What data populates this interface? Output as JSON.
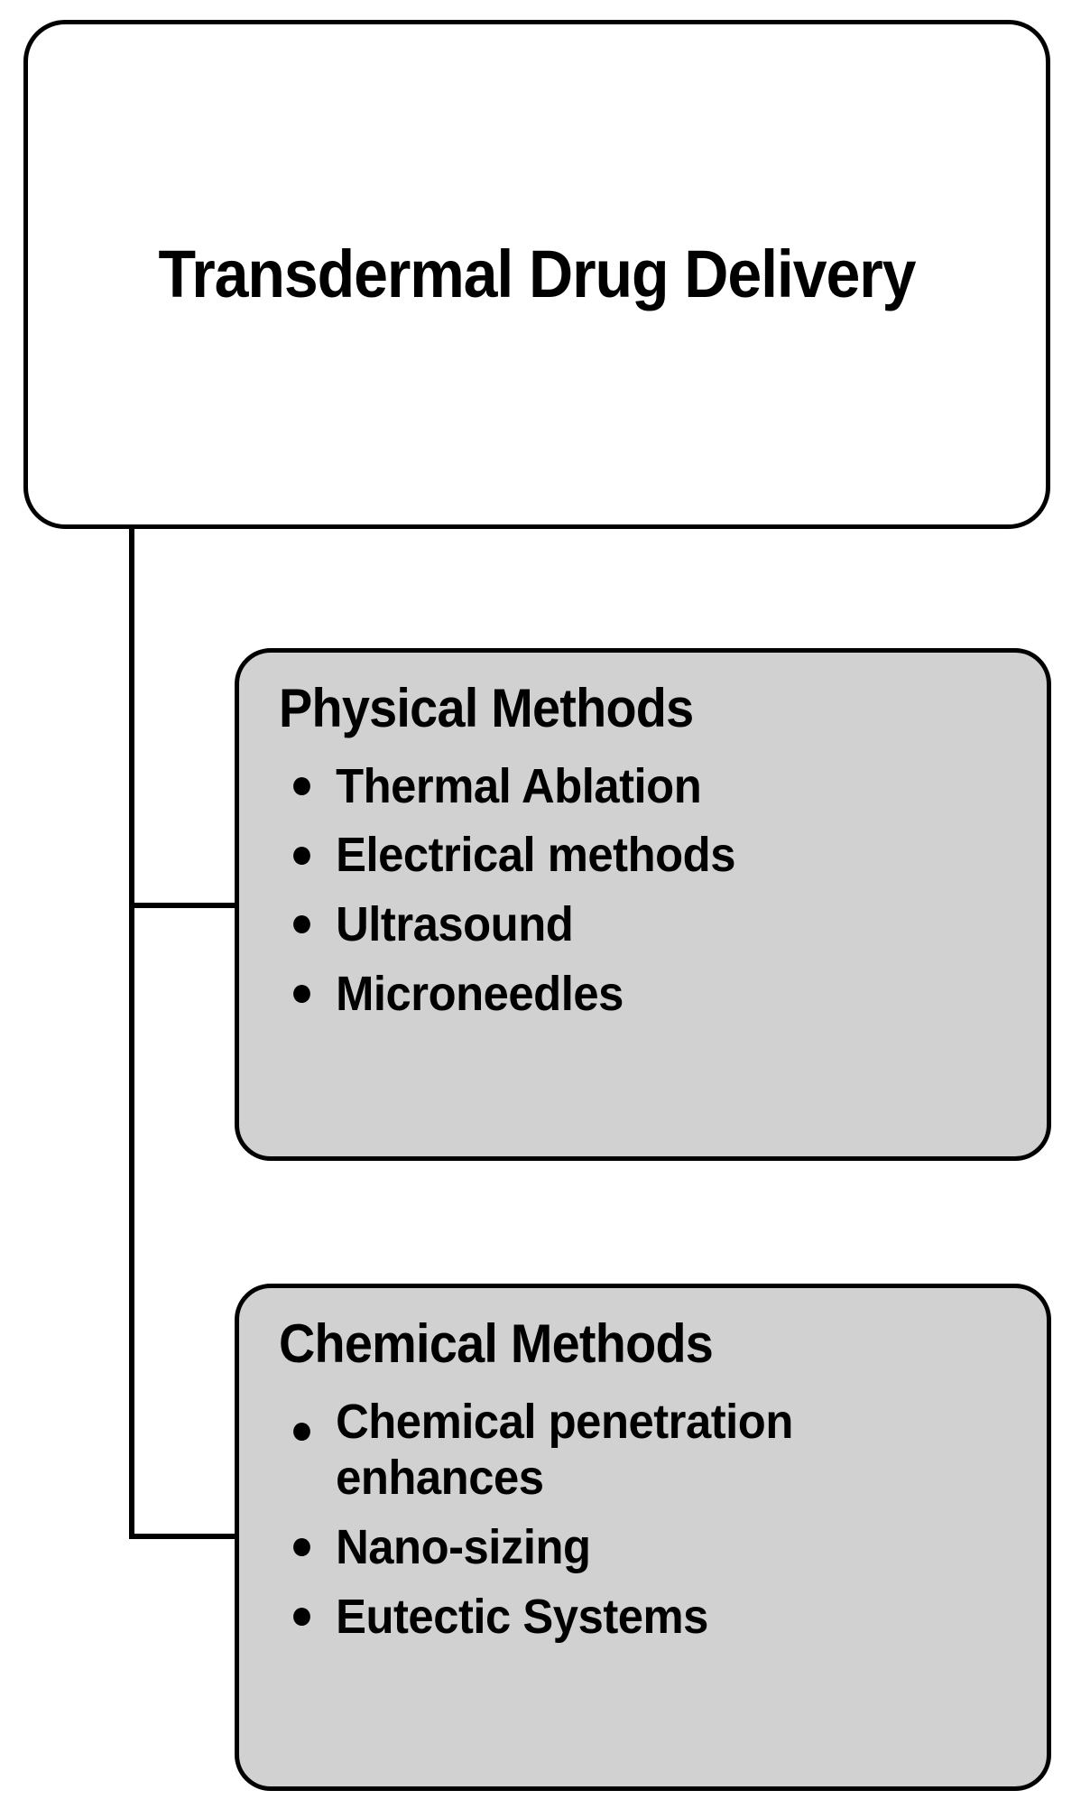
{
  "diagram": {
    "title": "Transdermal Drug Delivery",
    "type": "hierarchy-tree",
    "root": {
      "label": "Transdermal Drug Delivery"
    },
    "branches": [
      {
        "heading": "Physical Methods",
        "items": [
          "Thermal Ablation",
          "Electrical methods",
          "Ultrasound",
          "Microneedles"
        ]
      },
      {
        "heading": "Chemical Methods",
        "items": [
          "Chemical penetration enhances",
          "Nano-sizing",
          "Eutectic Systems"
        ]
      }
    ]
  },
  "style": {
    "root_fill": "#ffffff",
    "branch_fill": "#d1d1d1",
    "stroke": "#000000",
    "text_color": "#000000"
  }
}
